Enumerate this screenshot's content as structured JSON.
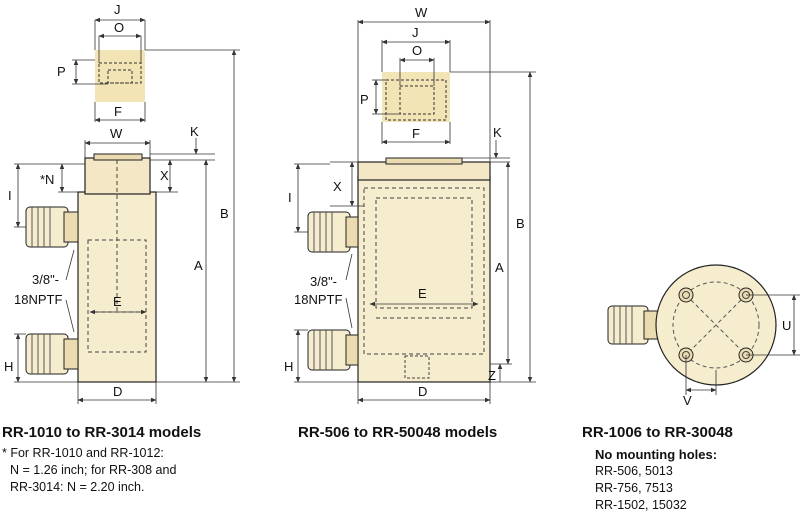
{
  "colors": {
    "body_fill": "#f6edcf",
    "body_fill_dark": "#eadbb0",
    "saddle_fill": "#f3e4b6",
    "line": "#222222",
    "dim_line": "#333333"
  },
  "labels": {
    "J": "J",
    "O": "O",
    "P": "P",
    "F": "F",
    "W": "W",
    "K": "K",
    "X": "X",
    "N": "*N",
    "I": "I",
    "B": "B",
    "A": "A",
    "E": "E",
    "H": "H",
    "D": "D",
    "Z": "Z",
    "U": "U",
    "V": "V",
    "port_line1": "3/8\"-",
    "port_line2": "18NPTF"
  },
  "captions": {
    "left": "RR-1010 to RR-3014 models",
    "middle": "RR-506 to RR-50048 models",
    "right": "RR-1006 to RR-30048"
  },
  "notes": {
    "left_lines": [
      "* For RR-1010 and RR-1012:",
      "N = 1.26 inch; for RR-308 and",
      "RR-3014: N = 2.20 inch."
    ],
    "right_heading": "No mounting holes:",
    "right_lines": [
      "RR-506, 5013",
      "RR-756, 7513",
      "RR-1502, 15032"
    ]
  }
}
